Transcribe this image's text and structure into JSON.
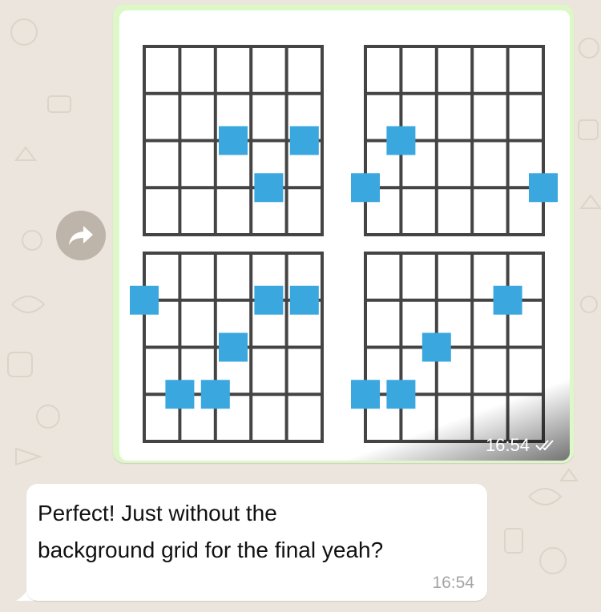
{
  "chat": {
    "image_message": {
      "time": "16:54",
      "status_icon": "double-check-icon",
      "diagrams": [
        {
          "position": "top-left",
          "markers": [
            [
              1,
              2.5
            ],
            [
              1,
              4.5
            ],
            [
              2,
              3.5
            ]
          ]
        },
        {
          "position": "top-right",
          "markers": [
            [
              1,
              1
            ],
            [
              2,
              0
            ],
            [
              2,
              5
            ]
          ]
        },
        {
          "position": "bottom-left",
          "markers": [
            [
              0,
              0
            ],
            [
              0,
              3.5
            ],
            [
              0,
              4.5
            ],
            [
              1,
              2.5
            ],
            [
              2,
              1
            ],
            [
              2,
              2
            ]
          ]
        },
        {
          "position": "bottom-right",
          "markers": [
            [
              0,
              4
            ],
            [
              1,
              2
            ],
            [
              2,
              0
            ],
            [
              2,
              1
            ]
          ]
        }
      ]
    },
    "text_message": {
      "text": "Perfect! Just without the\nbackground grid for the final yeah?",
      "time": "16:54"
    },
    "forward_icon": "forward-arrow-icon"
  },
  "colors": {
    "marker": "#3aa8df",
    "grid_line": "#444444",
    "outgoing_bubble": "#dcf8c6",
    "incoming_bubble": "#ffffff",
    "wallpaper": "#ece5dd"
  }
}
